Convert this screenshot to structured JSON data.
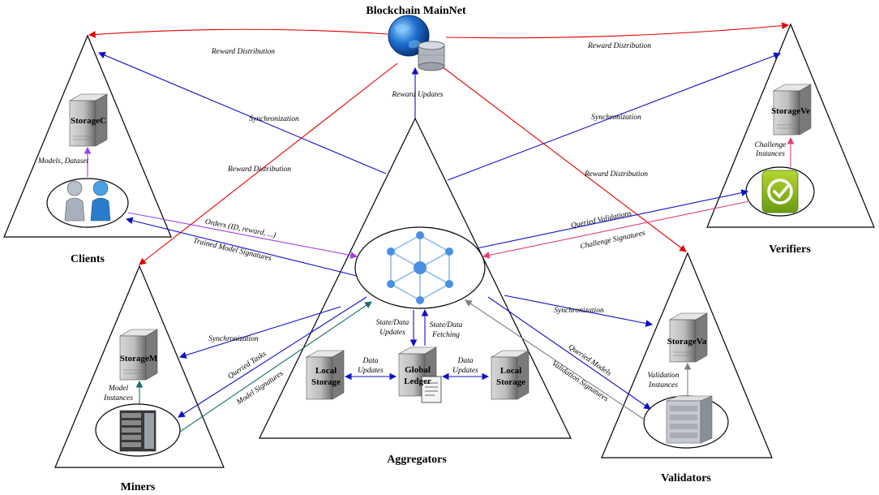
{
  "titles": {
    "mainnet": "Blockchain MainNet",
    "clients": "Clients",
    "verifiers": "Verifiers",
    "miners": "Miners",
    "aggregators": "Aggregators",
    "validators": "Validators"
  },
  "storage": {
    "clients": "StorageC",
    "verifiers": "StorageVe",
    "miners": "StorageM",
    "validators": "StorageVa",
    "local_left_1": "Local",
    "local_left_2": "Storage",
    "global_1": "Global",
    "global_2": "Ledger",
    "local_right_1": "Local",
    "local_right_2": "Storage"
  },
  "labels": {
    "reward_dist_left": "Reward Distribution",
    "reward_dist_right": "Reward Distribution",
    "reward_dist_miners": "Reward Distribution",
    "reward_dist_validators": "Reward Distribution",
    "reward_updates": "Reward Updates",
    "sync_clients": "Synchronization",
    "sync_verifiers": "Synchronization",
    "sync_miners": "Synchronization",
    "sync_validators": "Synchronization",
    "models_dataset": "Models, Dataset",
    "orders": "Orders (ID, reward, ...)",
    "trained_sigs": "Trained Model Signatures",
    "challenge_instances_1": "Challenge",
    "challenge_instances_2": "Instances",
    "queried_validations": "Queried Validations",
    "challenge_signatures": "Challenge Signatures",
    "queried_tasks": "Queried Tasks",
    "model_signatures": "Model Signatures",
    "model_instances_1": "Model",
    "model_instances_2": "Instances",
    "state_updates_1": "State/Data",
    "state_updates_2": "Updates",
    "state_fetching_1": "State/Data",
    "state_fetching_2": "Fetching",
    "data_updates_left_1": "Data",
    "data_updates_left_2": "Updates",
    "data_updates_right_1": "Data",
    "data_updates_right_2": "Updates",
    "queried_models": "Queried Models",
    "validation_signatures": "Validation Signatures",
    "validation_instances_1": "Validation",
    "validation_instances_2": "Instances"
  },
  "colors": {
    "reward": "#e00000",
    "sync": "#1010c8",
    "client_flow": "#a040e0",
    "verifier_flow": "#e0407a",
    "miner_flow": "#1a6e6e",
    "validator_flow": "#808080"
  }
}
